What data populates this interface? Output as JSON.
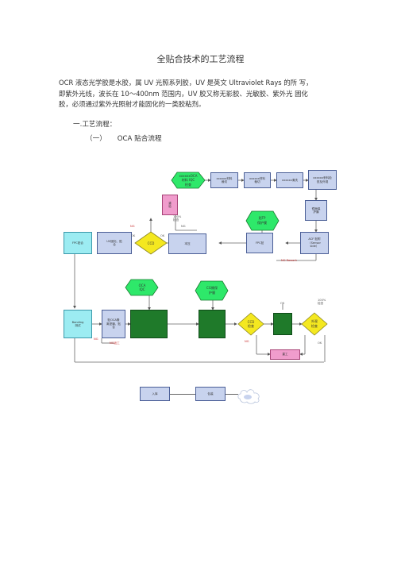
{
  "doc": {
    "title": "全贴合技术的工艺流程",
    "paragraph_lines": [
      "OCR 液态光学胶是水胶，属  UV 光照系列胶，UV 是英文 Ultraviolet Rays 的所  写，",
      "即紫外光线，波长在 10～400nm 范围内，UV 胶又称无影胶、光敏胶、紫外光  固化",
      "胶，必须通过紫外光照射才能固化的一类胶粘剂。"
    ],
    "section1": "一.工艺流程：",
    "section2_num": "（一）",
    "section2_label": "OCA 贴合流程"
  },
  "flow": {
    "nodes": {
      "oca_green": "xxxxxxOCA\n材料 IQC\n检查",
      "cut1": "xxxxxx材料\n裁切",
      "cut2": "xxxxxx材料\n裁切",
      "clean": "xxxxxx清洗",
      "check": "xxxxxx来料检\n查及外观",
      "lens_protect": "镜面保\n护膜",
      "inspect": "重\n检",
      "ccd": "CCD",
      "laminate": "本压",
      "uv_press": "UV固化、贴\n合",
      "fpc": "FPC贴合",
      "tp_protect": "贴TP\n保护膜",
      "fpc_attach": "FPC贴",
      "acf": "ACF 贴附\n（Sensor\nside）",
      "oca_iqc": "OCA\nIQC",
      "cg_protect": "CG撕保\n护膜",
      "press": "Bonding\n测试",
      "oca_peel": "贴OCA撕\n离型膜、贴\n合",
      "ccd2": "CCD\n检查",
      "appearance": "外观\n检查",
      "rework": "重工",
      "ship": "入库",
      "pack": "包装",
      "pass1": "100%\n检查",
      "pass2": "100%\n检查",
      "ng": "NG",
      "ok": "OK",
      "ng_rework": "NG Rework",
      "ng_scrap": "NG返工",
      "ok_pass": "OK",
      "ng_main": "NG",
      "ok_side": "OK",
      "ng_side": "NG",
      "ng_right": "NG",
      "ok_right": "OK"
    }
  }
}
